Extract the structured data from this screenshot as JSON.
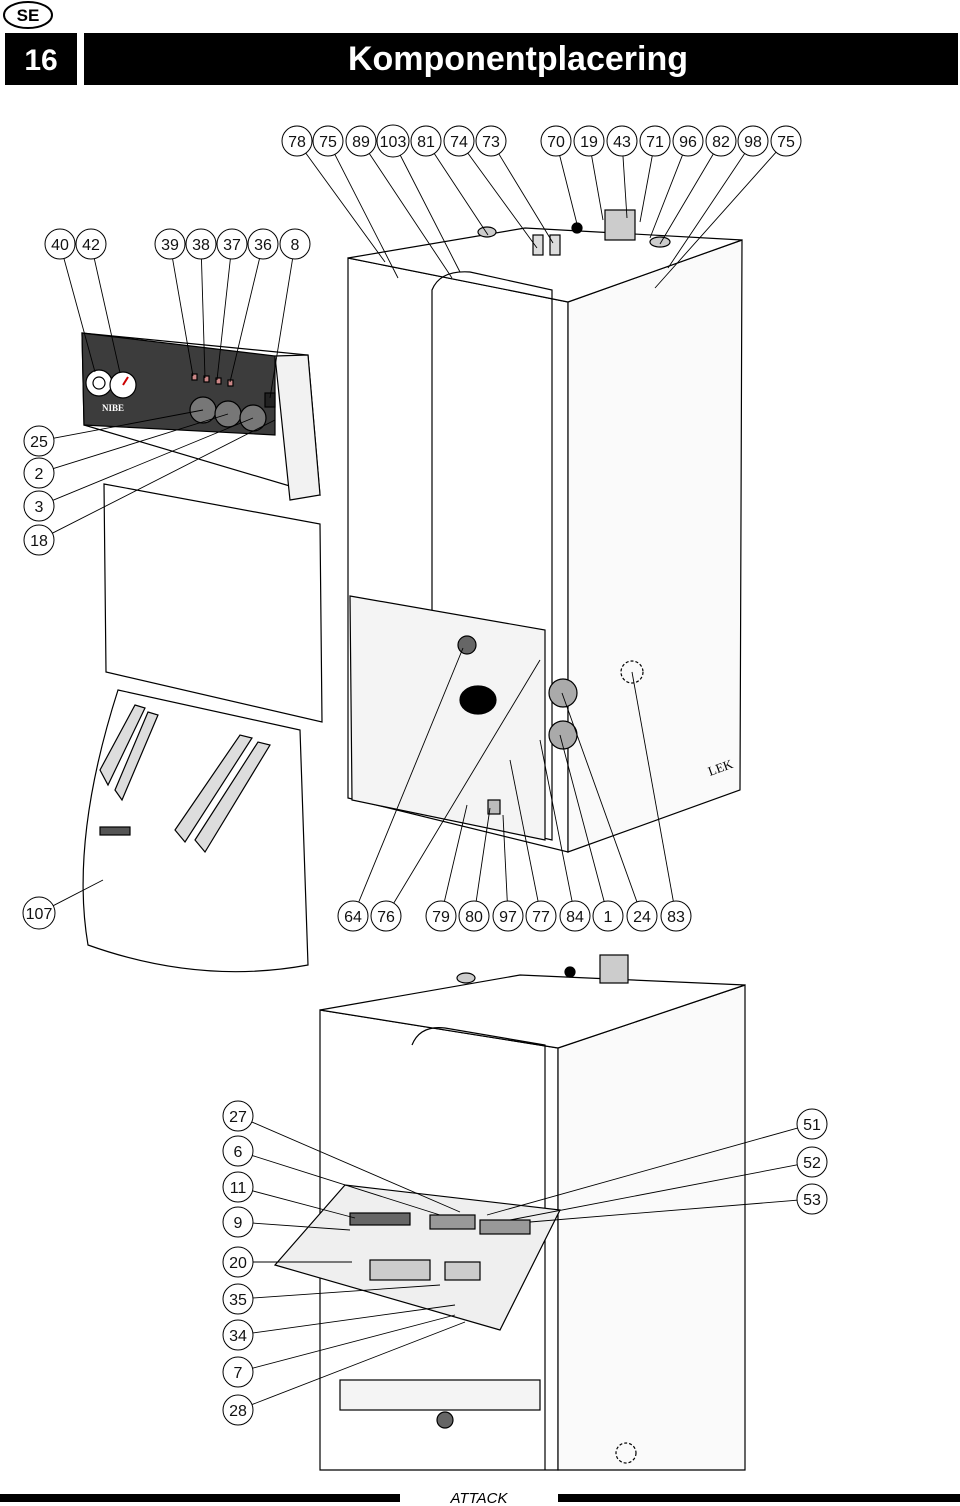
{
  "header": {
    "language_badge": "SE",
    "page_number": "16",
    "title": "Komponentplacering"
  },
  "footer": {
    "product": "ATTACK"
  },
  "labels": {
    "top_row_a": [
      "78",
      "75",
      "89",
      "103",
      "81",
      "74",
      "73"
    ],
    "top_row_b": [
      "70",
      "19",
      "43",
      "71",
      "96",
      "82",
      "98",
      "75"
    ],
    "panel_row": [
      "40",
      "42",
      "39",
      "38",
      "37",
      "36",
      "8"
    ],
    "panel_left": [
      "25",
      "2",
      "3",
      "18"
    ],
    "bottom_row": [
      "107",
      "64",
      "76",
      "79",
      "80",
      "97",
      "77",
      "84",
      "1",
      "24",
      "83"
    ],
    "lower_left": [
      "27",
      "6",
      "11",
      "9",
      "20",
      "35",
      "34",
      "7",
      "28"
    ],
    "lower_right": [
      "51",
      "52",
      "53"
    ]
  },
  "device_text": {
    "brand_panel": "NIBE",
    "side_mark": "LEK"
  }
}
